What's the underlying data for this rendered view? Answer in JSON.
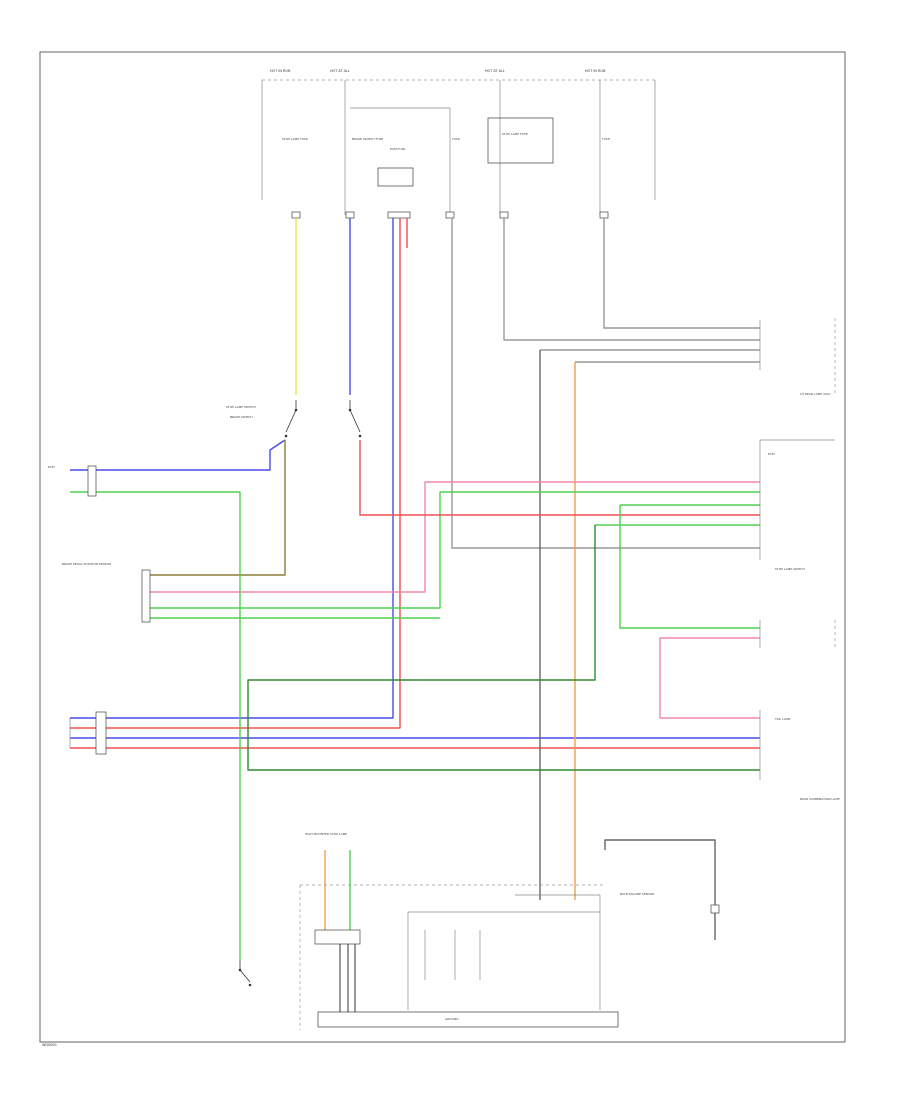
{
  "diagram": {
    "colors": {
      "yellow": "#e8e84a",
      "blue": "#4a4ae8",
      "red": "#f05050",
      "pink": "#f088a8",
      "green": "#50d050",
      "dark_green": "#2e8b2e",
      "orange": "#f0a050",
      "olive": "#8b7d3a",
      "gray": "#888888",
      "dark_gray": "#555555",
      "black": "#222222"
    },
    "fuse_block_labels": [
      "HOT IN RUN",
      "HOT AT ALL",
      "HOT AT ALL",
      "HOT IN RUN"
    ],
    "fuse_labels": [
      "STOP LAMP FUSE",
      "BRAKE SWITCH FUSE",
      "ECM FUSE",
      "FUSE",
      "STOP LAMP FUSE",
      "FUSE"
    ],
    "left_labels": [
      "STOP LAMP SWITCH",
      "BRAKE SWITCH",
      "ECM",
      "BRAKE PEDAL POSITION SENSOR"
    ],
    "right_labels": [
      "LH REAR LAMP ASSY",
      "ECM",
      "STOP LAMP SWITCH",
      "REAR COMBINATION LAMP",
      "TAIL LAMP"
    ],
    "bottom_labels": [
      "HIGH MOUNTED STOP LAMP",
      "GROUND",
      "BULB FAILURE SENSOR"
    ],
    "footer_code": "WD0000"
  }
}
